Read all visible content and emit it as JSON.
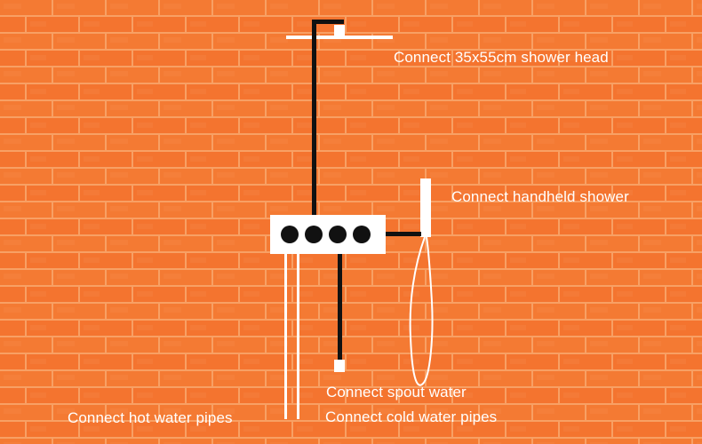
{
  "labels": {
    "shower_head": "Connect 35x55cm shower head",
    "handheld_shower": "Connect handheld shower",
    "spout_water": "Connect spout water",
    "cold_water_pipes": "Connect cold water pipes",
    "hot_water_pipes": "Connect hot water pipes"
  },
  "colors": {
    "brick": "#f4742f",
    "mortar": "#f8a56d",
    "pipe_black": "#111111",
    "fixture_white": "#ffffff",
    "knob_black": "#111111",
    "text": "#ffffff"
  },
  "control_panel": {
    "knob_count": 4
  }
}
